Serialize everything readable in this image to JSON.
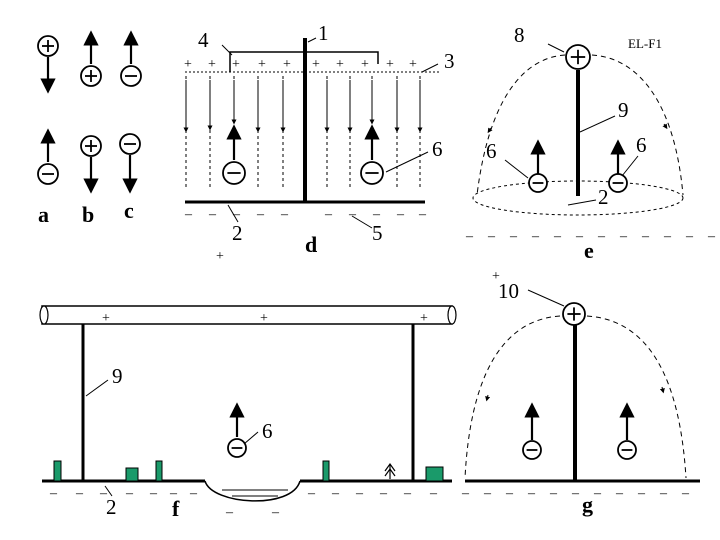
{
  "panel_labels": {
    "a": "a",
    "b": "b",
    "c": "c",
    "d": "d",
    "e": "e",
    "f": "f",
    "g": "g"
  },
  "part_numbers": {
    "n1": "1",
    "n2": "2",
    "n3": "3",
    "n4": "4",
    "n5": "5",
    "n6": "6",
    "n8": "8",
    "n9": "9",
    "n10": "10"
  },
  "tag": "EL-F1",
  "charge_signs": {
    "plus": "+",
    "minus": "–"
  },
  "icons": {
    "positive": "positive-charge-icon",
    "negative": "negative-charge-icon",
    "lightning": "lightning-arrow-icon"
  },
  "colors": {
    "ink": "#000000",
    "bush": "#1a9a6a",
    "background": "#ffffff"
  }
}
